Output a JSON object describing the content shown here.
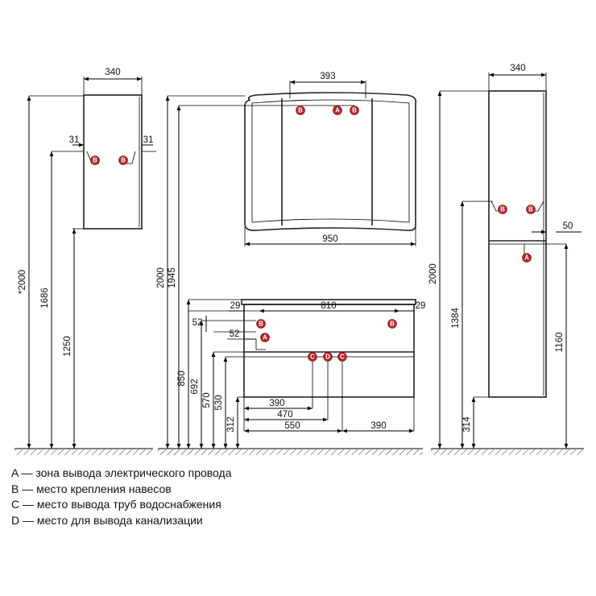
{
  "dimensions": {
    "upper_cabinet": {
      "width": "340",
      "gap_left": "31",
      "gap_right": "31",
      "total_height": "*2000",
      "top_mark": "1686",
      "bottom_mark": "1250"
    },
    "mirror": {
      "top_width": "393",
      "width": "950",
      "height_total": "2000",
      "height_mirror": "1945"
    },
    "vanity": {
      "width": "810",
      "inset_left": "29",
      "inset_right": "29",
      "depth_52_a": "52",
      "depth_52_b": "52",
      "h850": "850",
      "h692": "692",
      "h570": "570",
      "h530": "530",
      "h312": "312",
      "x390_left": "390",
      "x470": "470",
      "x550": "550",
      "x390_right": "390"
    },
    "tall_cabinet": {
      "width": "340",
      "offset": "50",
      "total_height": "2000",
      "h1384": "1384",
      "h1160": "1160",
      "h314": "314"
    }
  },
  "markers": {
    "a": "A",
    "b": "B",
    "c": "C",
    "d": "D"
  },
  "legend": [
    "A — зона вывода электрического провода",
    "B — место крепления навесов",
    "C — место вывода труб водоснабжения",
    "D — место для вывода канализации"
  ],
  "colors": {
    "marker": "#b8242a",
    "lines": "#000000"
  }
}
